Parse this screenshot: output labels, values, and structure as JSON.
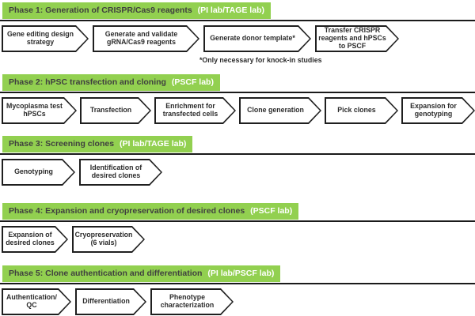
{
  "colors": {
    "phase_green": "#92d050",
    "line_black": "#1a1a1a",
    "box_border": "#1f1f1f",
    "title_dark": "#3f3f3f",
    "lab_white": "#ffffff",
    "step_text": "#2b2b2b"
  },
  "phases": [
    {
      "title": "Phase 1: Generation of CRISPR/Cas9 reagents",
      "lab": "(PI lab/TAGE lab)",
      "steps": [
        {
          "label": "Gene editing design strategy"
        },
        {
          "label": "Generate and validate gRNA/Cas9 reagents"
        },
        {
          "label": "Generate donor template*"
        },
        {
          "label": "Transfer CRISPR reagents and hPSCs to PSCF"
        }
      ],
      "note": "*Only necessary for knock-in studies"
    },
    {
      "title": "Phase 2: hPSC transfection and cloning",
      "lab": "(PSCF lab)",
      "steps": [
        {
          "label": "Mycoplasma test hPSCs"
        },
        {
          "label": "Transfection"
        },
        {
          "label": "Enrichment for transfected cells"
        },
        {
          "label": "Clone generation"
        },
        {
          "label": "Pick clones"
        },
        {
          "label": "Expansion for genotyping"
        }
      ]
    },
    {
      "title": "Phase 3: Screening clones",
      "lab": "(PI lab/TAGE lab)",
      "steps": [
        {
          "label": "Genotyping"
        },
        {
          "label": "Identification of desired clones"
        }
      ]
    },
    {
      "title": "Phase 4: Expansion and cryopreservation of desired clones",
      "lab": "(PSCF lab)",
      "steps": [
        {
          "label": "Expansion of desired clones"
        },
        {
          "label": "Cryopreservation (6 vials)"
        }
      ]
    },
    {
      "title": "Phase 5: Clone authentication and differentiation",
      "lab": "(PI lab/PSCF lab)",
      "steps": [
        {
          "label": "Authentication/ QC"
        },
        {
          "label": "Differentiation"
        },
        {
          "label": "Phenotype characterization"
        }
      ]
    }
  ]
}
